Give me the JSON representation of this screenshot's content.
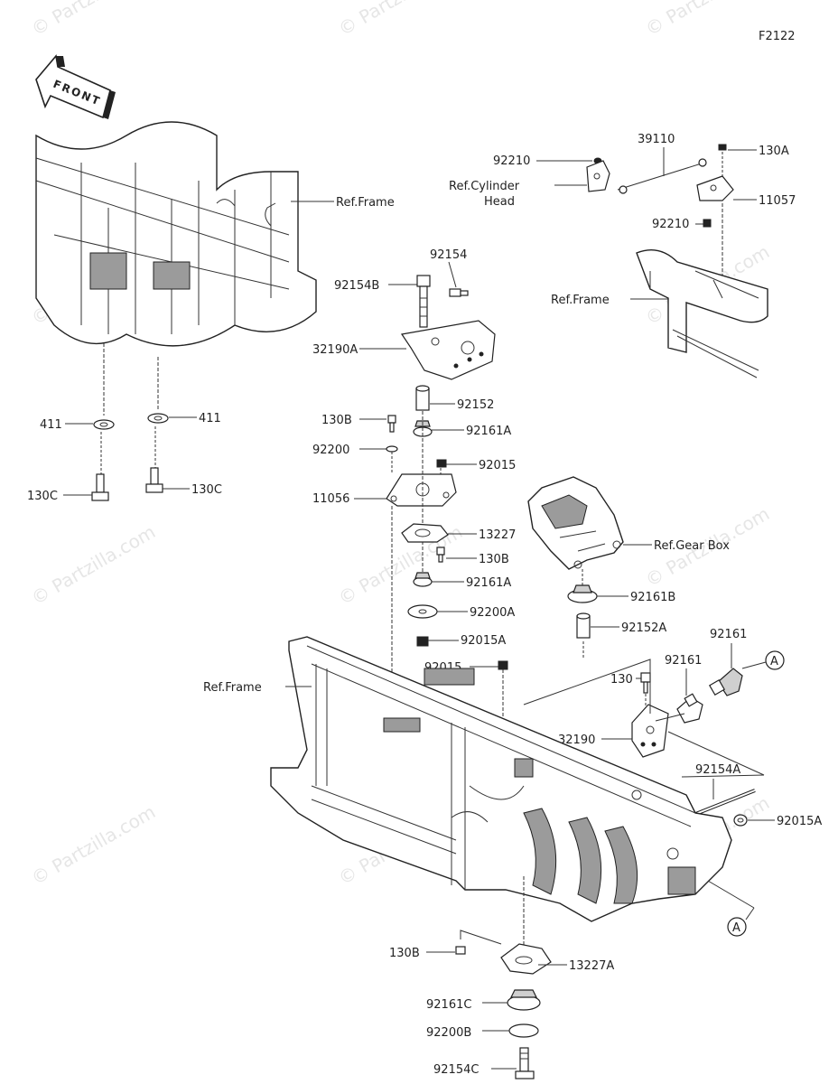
{
  "diagram_code": "F2122",
  "watermark": "© Partzilla.com",
  "front_label": "FRONT",
  "callout_letter": "A",
  "labels": {
    "ref_frame": "Ref.Frame",
    "ref_cylinder_line1": "Ref.Cylinder",
    "ref_cylinder_line2": "Head",
    "ref_gear_box": "Ref.Gear Box",
    "p39110": "39110",
    "p92210": "92210",
    "p130A": "130A",
    "p11057": "11057",
    "p92154": "92154",
    "p92154B": "92154B",
    "p32190A": "32190A",
    "p92152": "92152",
    "p130B": "130B",
    "p92161A": "92161A",
    "p92200": "92200",
    "p92015": "92015",
    "p11056": "11056",
    "p13227": "13227",
    "p92200A": "92200A",
    "p92015A": "92015A",
    "p411": "411",
    "p130C": "130C",
    "p92161B": "92161B",
    "p92152A": "92152A",
    "p92161": "92161",
    "p130": "130",
    "p32190": "32190",
    "p92154A": "92154A",
    "p13227A": "13227A",
    "p92161C": "92161C",
    "p92200B": "92200B",
    "p92154C": "92154C"
  }
}
